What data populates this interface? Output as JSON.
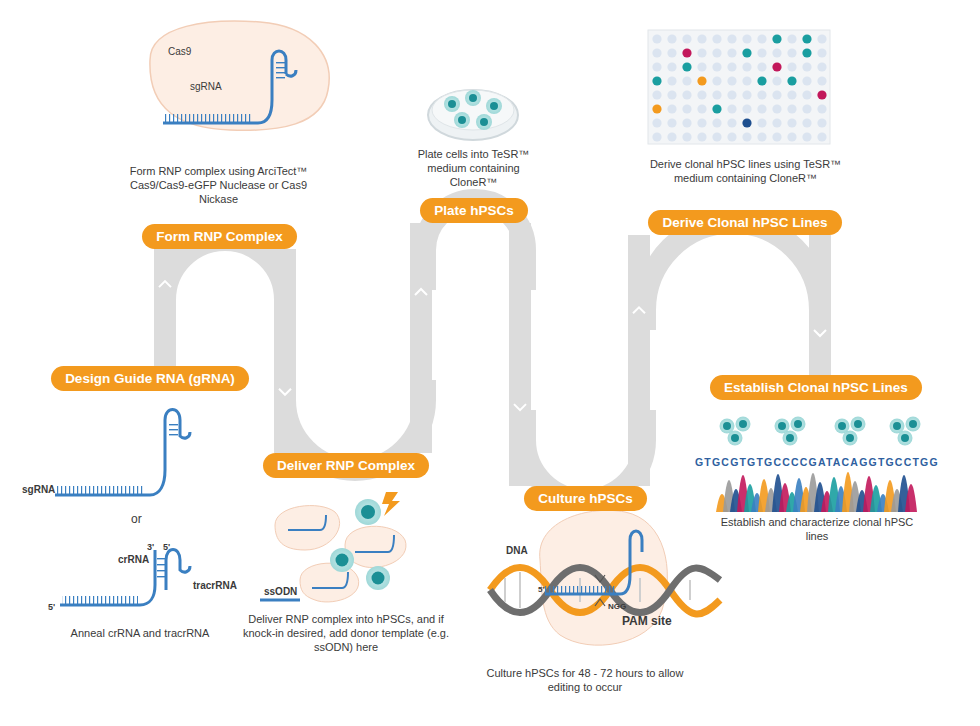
{
  "diagram": {
    "nodes": [
      {
        "text": [
          "Design Guide RNA (gRNA)"
        ]
      },
      {
        "text": [
          "Form RNP Complex"
        ]
      },
      {
        "text": [
          "Deliver RNP Complex"
        ]
      },
      {
        "text": [
          "Plate hPSCs"
        ]
      },
      {
        "text": [
          "Culture hPSCs"
        ]
      },
      {
        "text": [
          "Derive Clonal hPSC Lines"
        ]
      },
      {
        "text": [
          "Establish Clonal hPSC Lines"
        ]
      }
    ],
    "edges": [
      {
        "from": 0,
        "to": 1,
        "arrow": "to"
      },
      {
        "from": 1,
        "to": 2,
        "arrow": "to"
      },
      {
        "from": 2,
        "to": 3,
        "arrow": "to"
      },
      {
        "from": 3,
        "to": 4,
        "arrow": "to"
      },
      {
        "from": 4,
        "to": 5,
        "arrow": "to"
      },
      {
        "from": 5,
        "to": 6,
        "arrow": "to"
      }
    ],
    "labels": [
      "Cas9",
      "sgRNA",
      "Form RNP complex using ArciTect™ Cas9/Cas9-eGFP Nuclease or Cas9 Nickase",
      "Plate cells into TeSR™ medium containing CloneR™",
      "Derive clonal hPSC lines using TeSR™ medium containing CloneR™",
      "sgRNA",
      "or",
      "crRNA",
      "3'",
      "5'",
      "tracrRNA",
      "5'",
      "Anneal crRNA and tracrRNA",
      "ssODN",
      "Deliver RNP complex into hPSCs, and if knock-in desired, add donor template (e.g. ssODN) here",
      "DNA",
      "5'",
      "NGG",
      "PAM site",
      "Culture hPSCs for 48 - 72 hours to allow editing to occur",
      "GTGCGTGTGCCCCGATACAGGTGCCTGG",
      "Establish and characterize clonal hPSC lines"
    ]
  }
}
